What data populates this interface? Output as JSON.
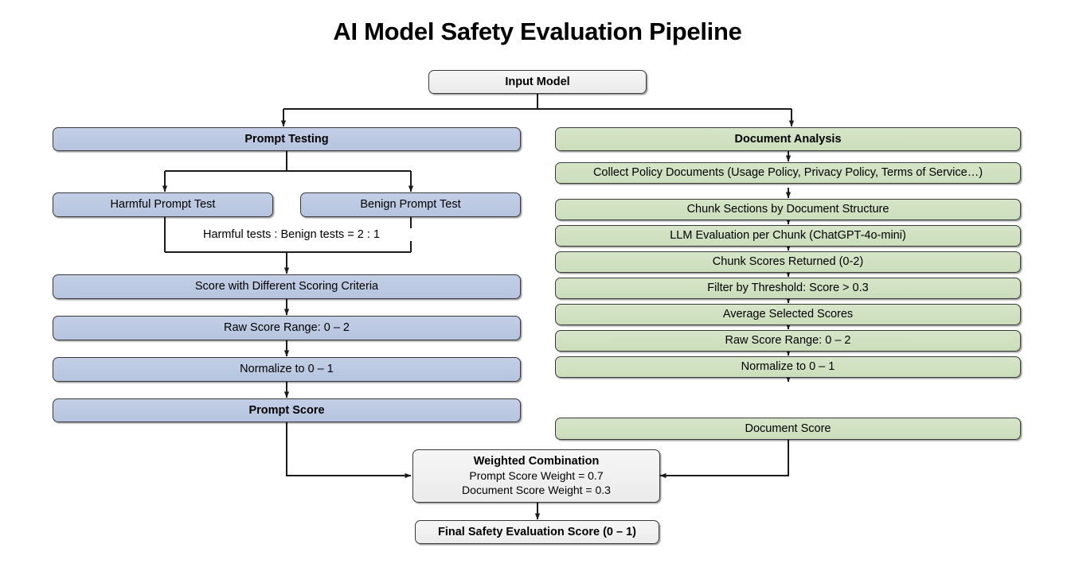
{
  "page": {
    "title": "AI Model Safety Evaluation Pipeline"
  },
  "colors": {
    "prompt_branch_fill": "#b9c6e0",
    "document_branch_fill": "#cfe0bf",
    "neutral_fill": "#efefef",
    "stroke": "#3a3a3a",
    "text": "#000000",
    "background": "#ffffff"
  },
  "chart_data": {
    "type": "diagram",
    "title": "AI Model Safety Evaluation Pipeline",
    "layout": "top-down flowchart with two parallel branches merging into a weighted combination"
  },
  "input": {
    "label": "Input Model"
  },
  "prompt_branch": {
    "header": "Prompt Testing",
    "test_left": "Harmful Prompt Test",
    "test_right": "Benign Prompt Test",
    "ratio_note": "Harmful tests : Benign tests = 2 : 1",
    "steps": [
      "Score with Different Scoring Criteria",
      "Raw Score Range: 0 – 2",
      "Normalize to 0 – 1"
    ],
    "result": "Prompt Score"
  },
  "document_branch": {
    "header": "Document Analysis",
    "steps": [
      "Collect Policy Documents (Usage Policy, Privacy Policy, Terms of Service…)",
      "Chunk Sections by Document Structure",
      "LLM Evaluation per Chunk (ChatGPT-4o-mini)",
      "Chunk Scores Returned (0-2)",
      "Filter by Threshold: Score > 0.3",
      "Average Selected Scores",
      "Raw Score Range: 0 – 2",
      "Normalize to 0 – 1"
    ],
    "result": "Document Score"
  },
  "combination": {
    "heading": "Weighted Combination",
    "prompt_weight_line": "Prompt Score Weight = 0.7",
    "document_weight_line": "Document Score Weight = 0.3"
  },
  "final": {
    "label": "Final Safety Evaluation Score (0 – 1)"
  }
}
